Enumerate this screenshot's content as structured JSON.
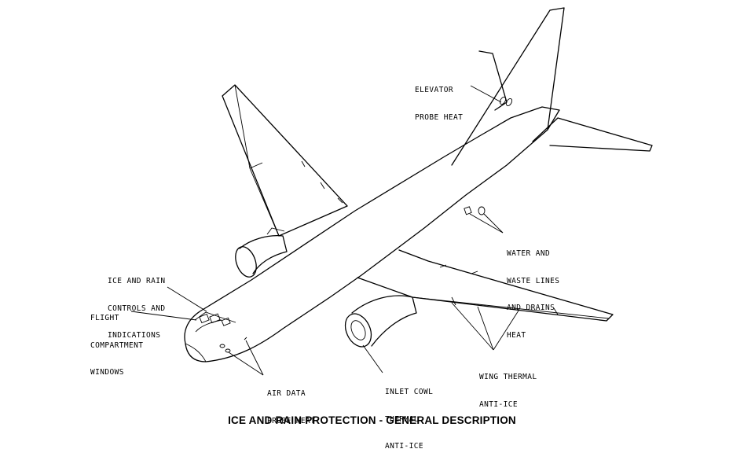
{
  "labels": {
    "elevator": [
      "ELEVATOR",
      "PROBE HEAT"
    ],
    "water": [
      "WATER AND",
      "WASTE LINES",
      "AND DRAINS",
      "HEAT"
    ],
    "ice_rain": [
      "ICE AND RAIN",
      "CONTROLS AND",
      "INDICATIONS"
    ],
    "flight": [
      "FLIGHT",
      "COMPARTMENT",
      "WINDOWS"
    ],
    "air_data": [
      "AIR DATA",
      "PROBE HEAT"
    ],
    "inlet": [
      "INLET COWL",
      "THERMAL",
      "ANTI-ICE"
    ],
    "wing": [
      "WING THERMAL",
      "ANTI-ICE"
    ]
  },
  "caption": "ICE AND RAIN PROTECTION - GENERAL DESCRIPTION"
}
